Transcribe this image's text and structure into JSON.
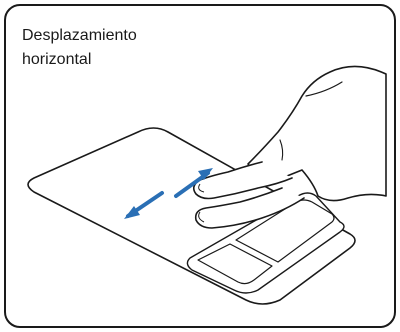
{
  "caption": {
    "line1": "Desplazamiento",
    "line2": "horizontal"
  },
  "illustration": {
    "subject": "two-finger horizontal scroll on touchpad",
    "arrow_color": "#2a6fb5",
    "outline_color": "#1a1a1a"
  }
}
